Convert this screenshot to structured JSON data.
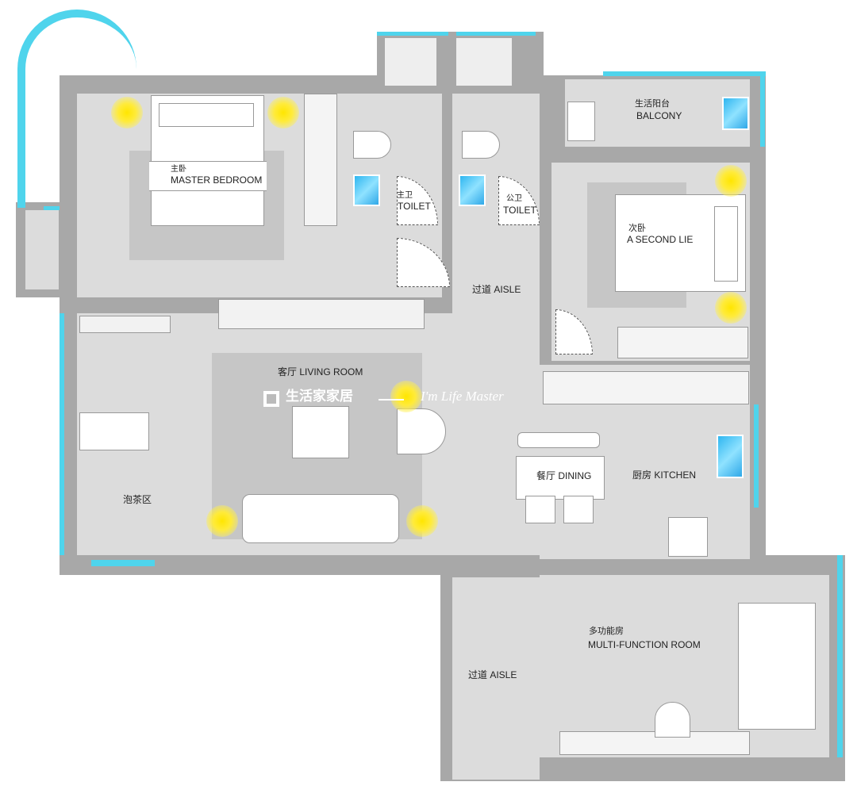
{
  "rooms": {
    "master_bedroom": {
      "cn": "主卧",
      "en": "MASTER BEDROOM"
    },
    "master_toilet": {
      "cn": "主卫",
      "en": "TOILET"
    },
    "public_toilet": {
      "cn": "公卫",
      "en": "TOILET"
    },
    "balcony": {
      "cn": "生活阳台",
      "en": "BALCONY"
    },
    "second_bedroom": {
      "cn": "次卧",
      "en": "A SECOND LIE"
    },
    "aisle_upper": {
      "label": "过道 AISLE"
    },
    "living_room": {
      "label": "客厅 LIVING ROOM"
    },
    "tea_area": {
      "label": "泡茶区"
    },
    "dining": {
      "label": "餐厅 DINING"
    },
    "kitchen": {
      "label": "厨房  KITCHEN"
    },
    "multi_function": {
      "cn": "多功能房",
      "en": "MULTI-FUNCTION ROOM"
    },
    "aisle_lower": {
      "label": "过道 AISLE"
    }
  },
  "watermark": {
    "brand": "生活家家居",
    "tagline": "I'm Life Master"
  },
  "colors": {
    "wall": "#a8a8a8",
    "floor": "#dcdcdc",
    "rug": "#c6c6c6",
    "window": "#4fd4ec",
    "light": "#ffe600",
    "water": "#2fb6f0"
  }
}
